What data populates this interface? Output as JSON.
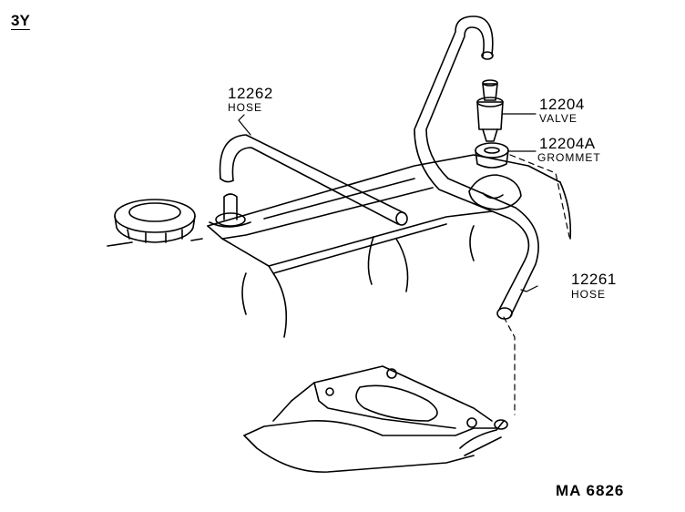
{
  "engine_tag": "3Y",
  "reference_code": "MA 6826",
  "parts": [
    {
      "number": "12262",
      "name": "HOSE"
    },
    {
      "number": "12204",
      "name": "VALVE"
    },
    {
      "number": "12204A",
      "name": "GROMMET"
    },
    {
      "number": "12261",
      "name": "HOSE"
    }
  ]
}
